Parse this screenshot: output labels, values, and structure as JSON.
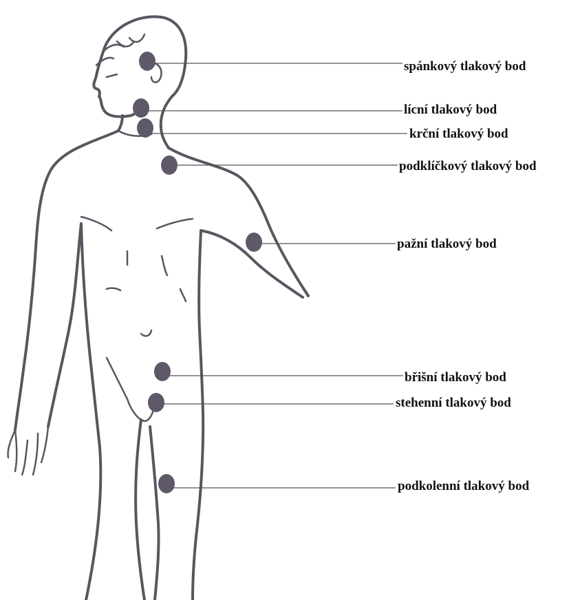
{
  "points": [
    {
      "id": "temporal",
      "label": "spánkový tlakový bod"
    },
    {
      "id": "facial",
      "label": "lícní tlakový bod"
    },
    {
      "id": "carotid",
      "label": "krční tlakový bod"
    },
    {
      "id": "subclavian",
      "label": "podklíčkový tlakový bod"
    },
    {
      "id": "brachial",
      "label": "pažní tlakový bod"
    },
    {
      "id": "abdominal",
      "label": "břišní tlakový bod"
    },
    {
      "id": "femoral",
      "label": "stehenní tlakový bod"
    },
    {
      "id": "popliteal",
      "label": "podkolenní tlakový bod"
    }
  ],
  "colors": {
    "dot": "#5f5868",
    "outline": "#5a5560",
    "text": "#111111"
  }
}
